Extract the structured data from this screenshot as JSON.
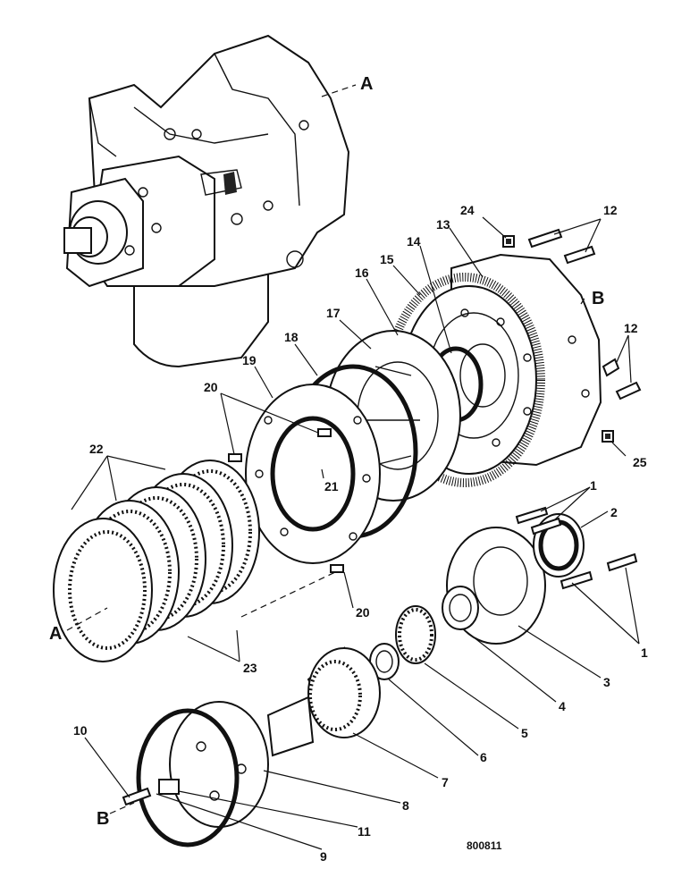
{
  "diagram": {
    "drawing_code": "800811",
    "ref_A": "A",
    "ref_B": "B",
    "labels": {
      "l1": "1",
      "l2": "2",
      "l3": "3",
      "l4": "4",
      "l5": "5",
      "l6": "6",
      "l7": "7",
      "l8": "8",
      "l9": "9",
      "l10": "10",
      "l11": "11",
      "l12": "12",
      "l13": "13",
      "l14": "14",
      "l15": "15",
      "l16": "16",
      "l17": "17",
      "l18": "18",
      "l19": "19",
      "l20": "20",
      "l21": "21",
      "l22": "22",
      "l23": "23",
      "l24": "24",
      "l25": "25"
    }
  }
}
